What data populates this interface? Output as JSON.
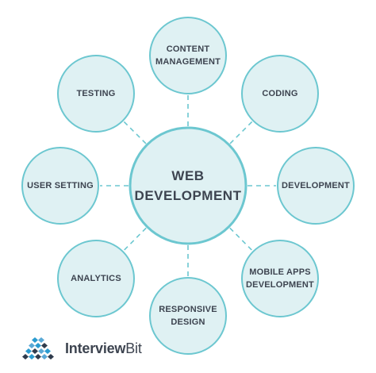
{
  "diagram": {
    "center": {
      "lines": [
        "WEB",
        "DEVELOPMENT"
      ]
    },
    "nodes": [
      {
        "id": "content-management",
        "lines": [
          "CONTENT",
          "MANAGEMENT"
        ]
      },
      {
        "id": "coding",
        "lines": [
          "CODING"
        ]
      },
      {
        "id": "development",
        "lines": [
          "DEVELOPMENT"
        ]
      },
      {
        "id": "mobile-apps-development",
        "lines": [
          "MOBILE APPS",
          "DEVELOPMENT"
        ]
      },
      {
        "id": "responsive-design",
        "lines": [
          "RESPONSIVE",
          "DESIGN"
        ]
      },
      {
        "id": "analytics",
        "lines": [
          "ANALYTICS"
        ]
      },
      {
        "id": "user-setting",
        "lines": [
          "USER SETTING"
        ]
      },
      {
        "id": "testing",
        "lines": [
          "TESTING"
        ]
      }
    ]
  },
  "logo": {
    "text": "InterviewBit",
    "colors": {
      "accent": "#2a9bd0",
      "dark": "#2f3b4c",
      "mid": "#5aa9d6"
    }
  },
  "colors": {
    "circle_fill": "#dff1f3",
    "circle_stroke": "#6cc7d0",
    "text": "#3d4450"
  }
}
